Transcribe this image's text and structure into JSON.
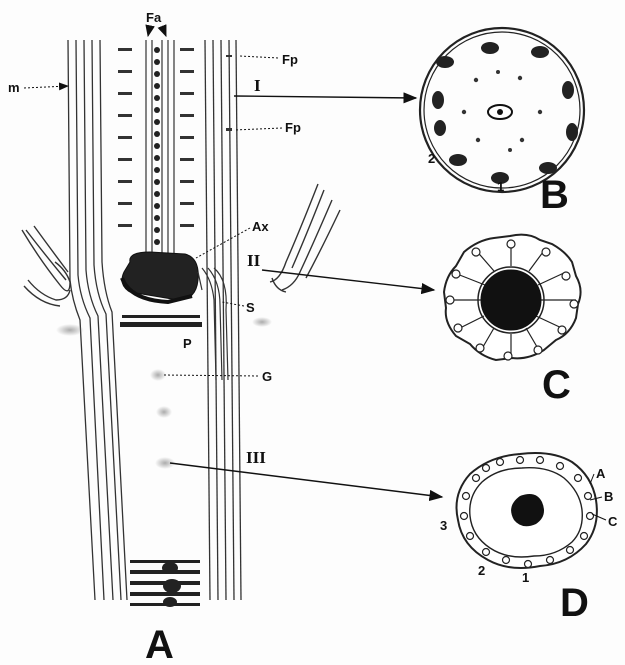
{
  "panels": {
    "A": "A",
    "B": "B",
    "C": "C",
    "D": "D"
  },
  "labels": {
    "m": "m",
    "Fa": "Fa",
    "Fp1": "Fp",
    "Fp2": "Fp",
    "Ax": "Ax",
    "S": "S",
    "P": "P",
    "G": "G"
  },
  "sections": {
    "I": "I",
    "II": "II",
    "III": "III"
  },
  "b_numbers": {
    "n1": "1",
    "n2": "2"
  },
  "d_numbers": {
    "n1": "1",
    "n2": "2",
    "n3": "3"
  },
  "d_layers": {
    "A": "A",
    "B": "B",
    "C": "C"
  }
}
